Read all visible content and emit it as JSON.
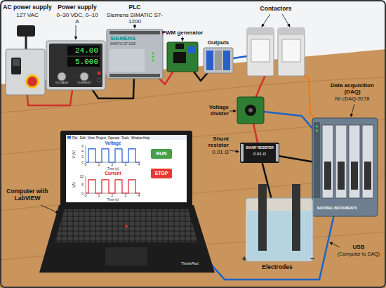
{
  "diagram": {
    "nodes": [
      {
        "text": [
          "AC power supply",
          "127 VAC"
        ]
      },
      {
        "text": [
          "Power supply",
          "0–30 VDC, 0–10 A",
          "24.00",
          "5.000",
          "VOLTAGE",
          "CURRENT"
        ]
      },
      {
        "text": [
          "PLC",
          "Siemens SIMATIC S7-1200",
          "SIEMENS",
          "SIMATIC S7-1200"
        ]
      },
      {
        "text": [
          "PWM generator"
        ]
      },
      {
        "text": [
          "Outputs"
        ]
      },
      {
        "text": [
          "Contactors"
        ]
      },
      {
        "text": [
          "Voltage divider"
        ]
      },
      {
        "text": [
          "Data acquisition (DAQ)",
          "NI cDAQ-9178",
          "NATIONAL INSTRUMENTS"
        ]
      },
      {
        "text": [
          "Shunt resistor",
          "0.01 Ω",
          "SHUNT RESISTOR",
          "0.01 Ω"
        ]
      },
      {
        "text": [
          "Computer with LabVIEW"
        ]
      },
      {
        "text": [
          "RUN"
        ],
        "in": 9
      },
      {
        "text": [
          "STOP"
        ],
        "in": 9
      },
      {
        "text": [
          "Electrodes"
        ]
      }
    ],
    "edges": [
      {
        "from": 0,
        "to": 1,
        "arrow": "none"
      },
      {
        "from": 1,
        "to": 2,
        "arrow": "none"
      },
      {
        "from": 2,
        "to": 3,
        "arrow": "none"
      },
      {
        "from": 3,
        "to": 4,
        "arrow": "none"
      },
      {
        "from": 4,
        "to": 5,
        "arrow": "none"
      },
      {
        "from": 5,
        "to": 6,
        "arrow": "none"
      },
      {
        "from": 5,
        "to": 7,
        "arrow": "none"
      },
      {
        "from": 6,
        "to": 8,
        "arrow": "none"
      },
      {
        "from": 6,
        "to": 7,
        "arrow": "none"
      },
      {
        "from": 8,
        "to": 7,
        "arrow": "none"
      },
      {
        "from": 8,
        "to": 12,
        "arrow": "none"
      },
      {
        "from": 9,
        "to": 7,
        "arrow": "none"
      }
    ],
    "labels": [
      "File",
      "Edit",
      "View",
      "Project",
      "Operate",
      "Tools",
      "Window",
      "Help",
      "Voltage",
      "V (V)",
      "6",
      "4",
      "2",
      "0",
      "0",
      "1",
      "2",
      "3",
      "4",
      "Time (s)",
      "Current",
      "I (A)",
      "10",
      "5",
      "0",
      "0",
      "1",
      "2",
      "3",
      "4",
      "Time (s)",
      "ThinkPad",
      "+",
      "−",
      "USB",
      "(Computer to DAQ)"
    ]
  }
}
